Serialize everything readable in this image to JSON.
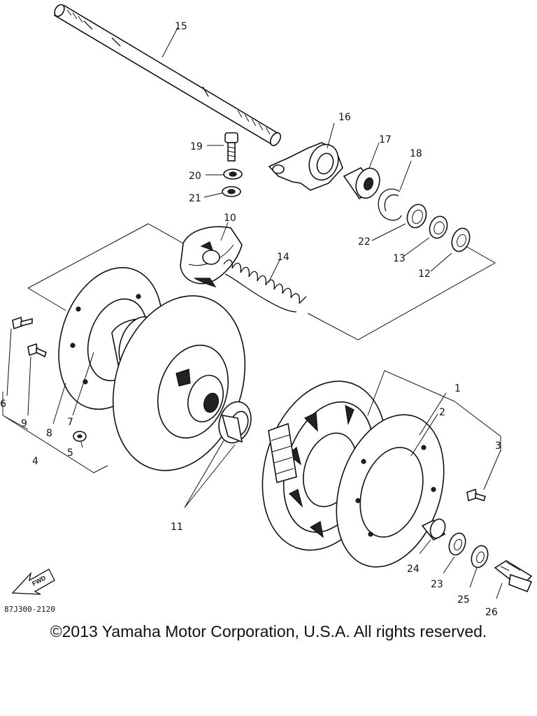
{
  "diagram": {
    "callouts": [
      "1",
      "2",
      "3",
      "4",
      "5",
      "6",
      "7",
      "8",
      "9",
      "10",
      "11",
      "12",
      "13",
      "14",
      "15",
      "16",
      "17",
      "18",
      "19",
      "20",
      "21",
      "22",
      "23",
      "24",
      "25",
      "26"
    ],
    "fwd_label": "FWD",
    "drawing_code": "87J300-2120"
  },
  "footer": {
    "copyright": "©2013 Yamaha Motor Corporation, U.S.A. All rights reserved."
  }
}
